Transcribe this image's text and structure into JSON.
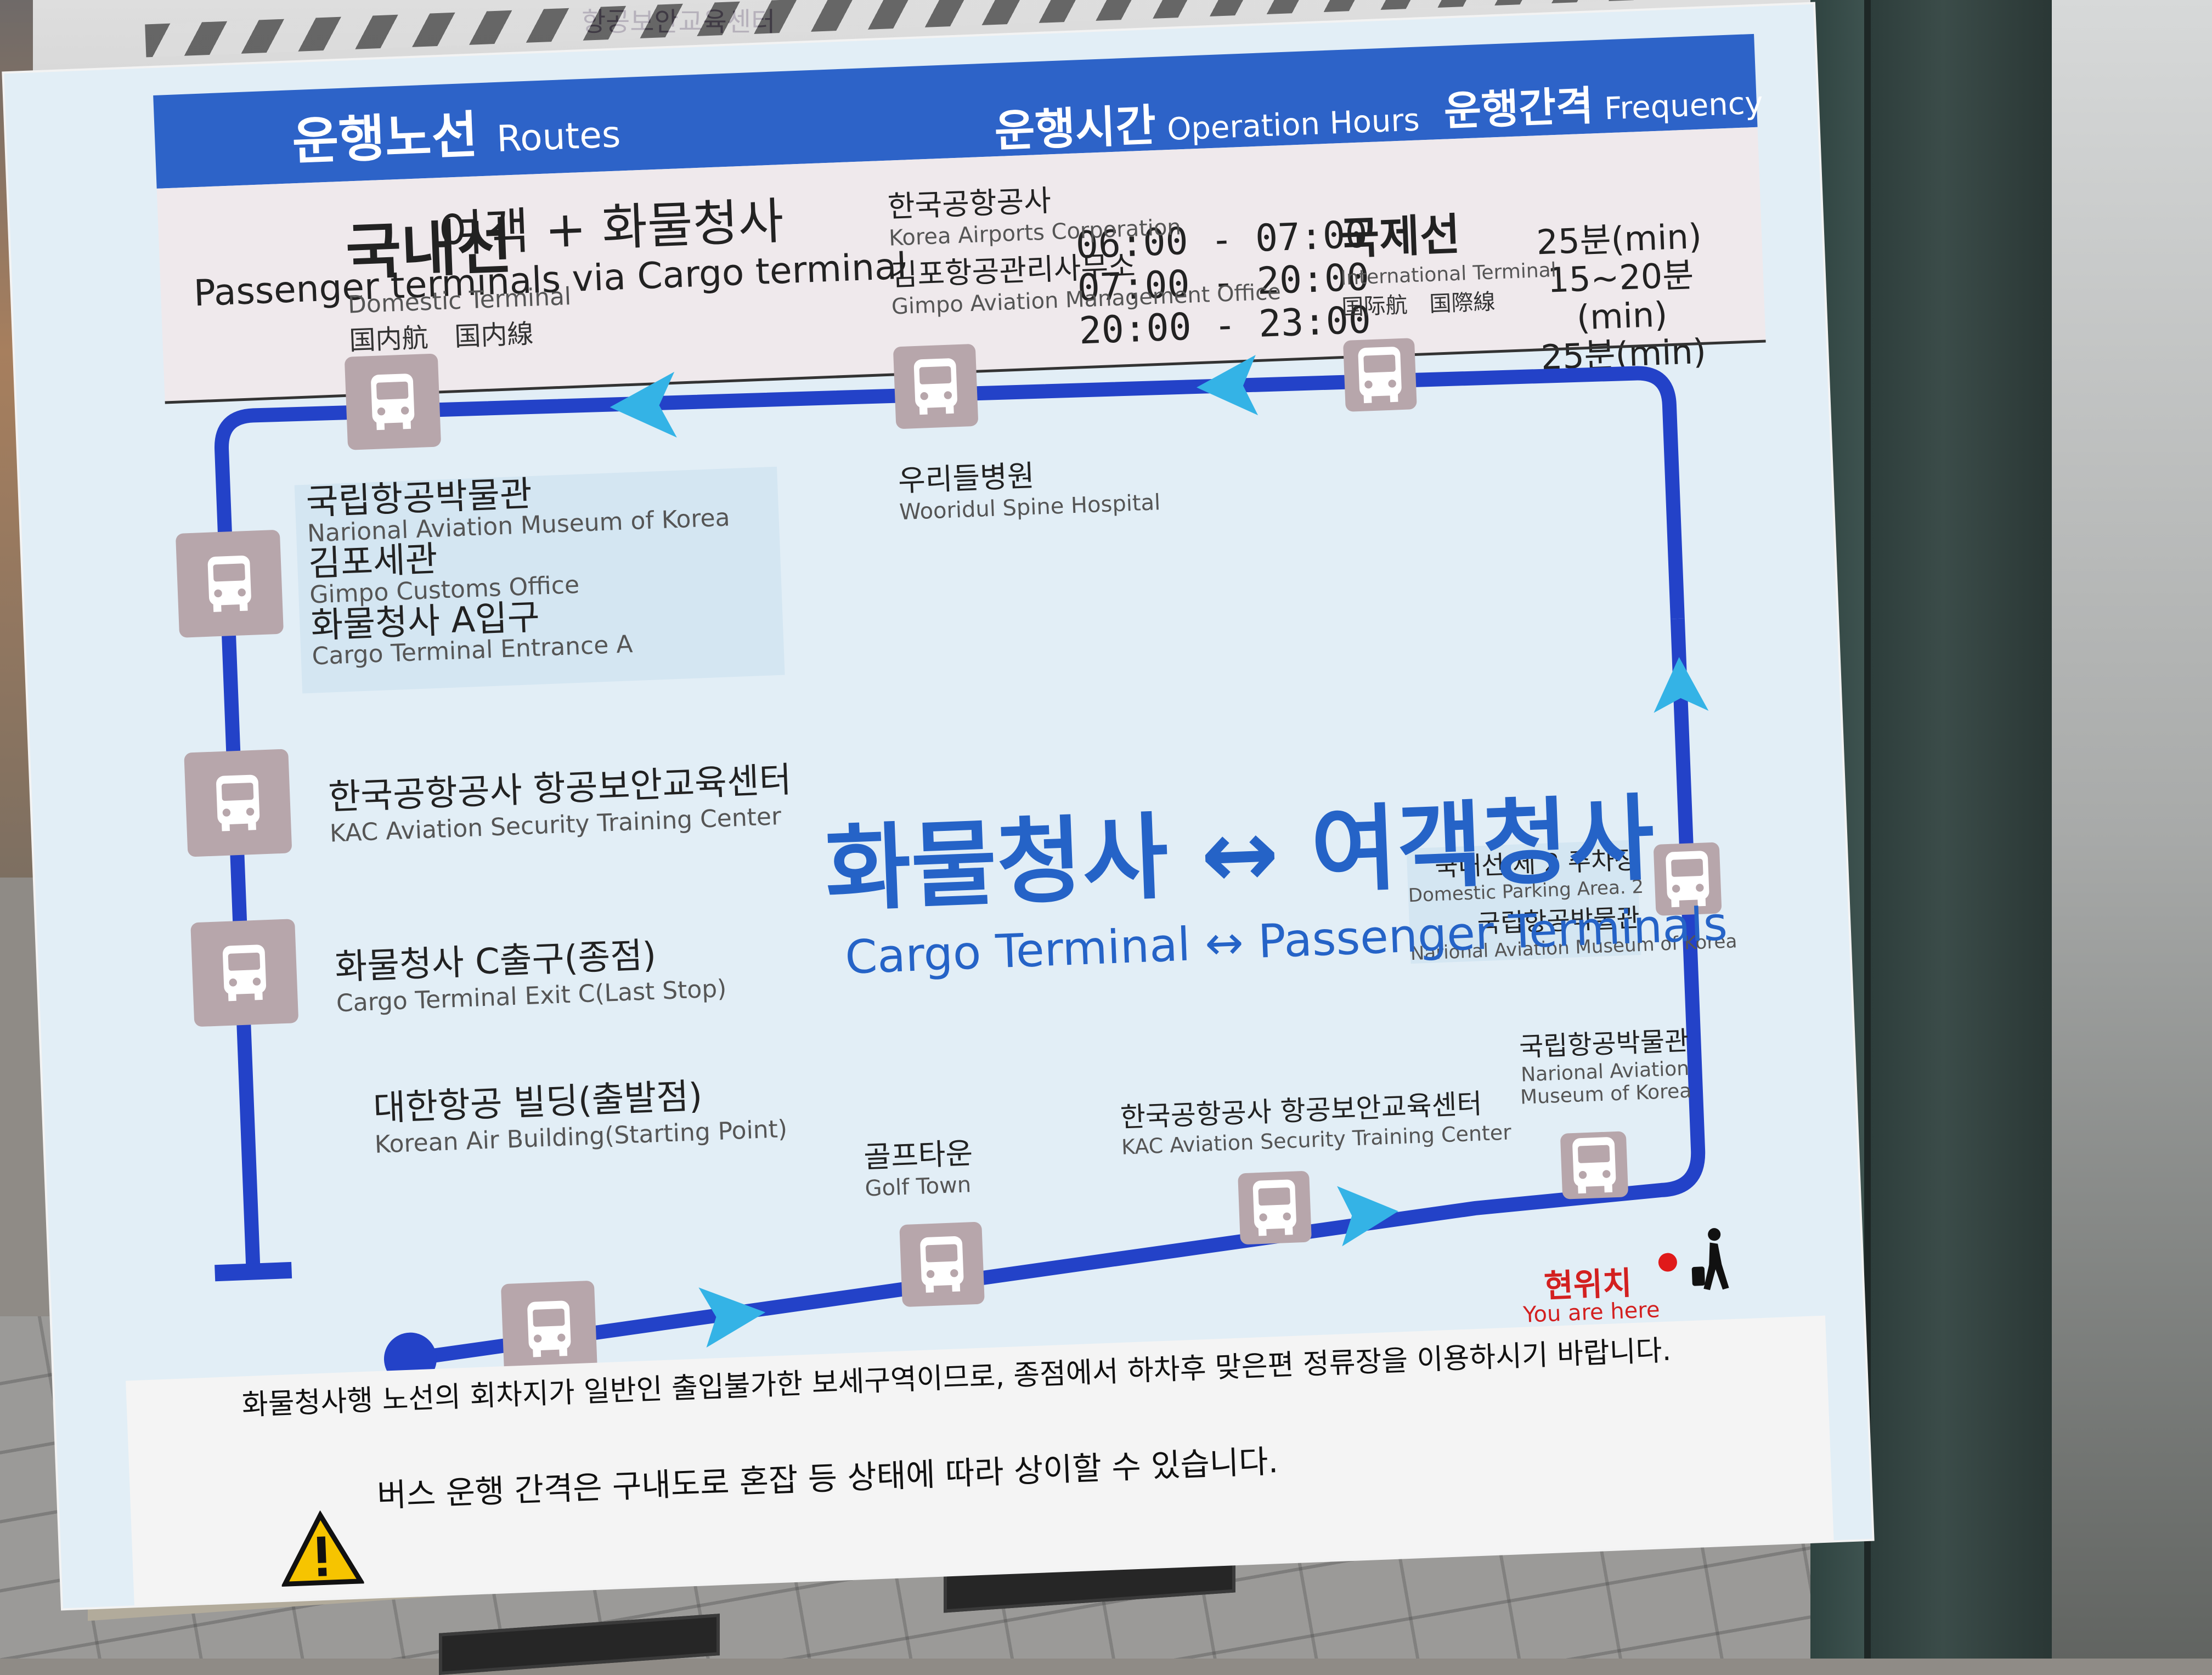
{
  "background": {
    "top_text": "항공보안교육센터"
  },
  "header": {
    "routes_ko": "운행노선",
    "routes_en": "Routes",
    "hours_ko": "운행시간",
    "hours_en": "Operation Hours",
    "freq_ko": "운행간격",
    "freq_en": "Frequency"
  },
  "route": {
    "name_ko": "여객 + 화물청사",
    "name_en": "Passenger terminals via Cargo terminal",
    "hours": [
      "06:00 - 07:00",
      "07:00 - 20:00",
      "20:00 - 23:00"
    ],
    "frequency": [
      "25분(min)",
      "15~20분(min)",
      "25분(min)"
    ]
  },
  "stops": {
    "domestic": {
      "ko": "국내선",
      "en": "Domestic Terminal",
      "zh": "国内航　国内線"
    },
    "kac_office": {
      "ko1": "한국공항공사",
      "en1": "Korea Airports Corporation",
      "ko2": "김포항공관리사무소",
      "en2": "Gimpo Aviation Management Office"
    },
    "international": {
      "ko": "국제선",
      "en": "International Terminal",
      "zh": "国际航　国際線"
    },
    "hospital": {
      "ko": "우리들병원",
      "en": "Wooridul Spine Hospital"
    },
    "museum_west": {
      "ko1": "국립항공박물관",
      "en1": "Narional Aviation Museum of Korea",
      "ko2": "김포세관",
      "en2": "Gimpo Customs Office",
      "ko3": "화물청사 A입구",
      "en3": "Cargo Terminal Entrance A"
    },
    "security_west": {
      "ko": "한국공항공사 항공보안교육센터",
      "en": "KAC Aviation Security Training Center"
    },
    "cargo_c": {
      "ko": "화물청사 C출구(종점)",
      "en": "Cargo Terminal Exit C(Last Stop)"
    },
    "korean_air": {
      "ko": "대한항공 빌딩(출발점)",
      "en": "Korean Air Building(Starting Point)"
    },
    "golf": {
      "ko": "골프타운",
      "en": "Golf Town"
    },
    "security_south": {
      "ko": "한국공항공사 항공보안교육센터",
      "en": "KAC Aviation Security Training Center"
    },
    "museum_south": {
      "ko": "국립항공박물관",
      "en1": "Narional Aviation",
      "en2": "Museum of Korea"
    },
    "parking": {
      "ko1": "국내선 제 2 주차장",
      "en1": "Domestic Parking Area. 2",
      "ko2": "국립항공박물관",
      "en2": "Narional Aviation Museum of Korea"
    }
  },
  "center": {
    "ko": "화물청사 ↔ 여객청사",
    "en": "Cargo Terminal ↔ Passenger Terminals"
  },
  "here": {
    "ko": "현위치",
    "en": "You are here"
  },
  "notes": {
    "top": "화물청사행 노선의 회차지가 일반인 출입불가한 보세구역이므로, 종점에서 하차후 맞은편 정류장을 이용하시기 바랍니다.",
    "bottom1": "버스 운행 간격은 구내도로 혼잡 등 상태에 따라 상이할 수 있습니다."
  },
  "colors": {
    "route_blue": "#2342c8",
    "header_blue": "#2d63c8",
    "arrow": "#34b3e6",
    "here_red": "#e01a1a"
  },
  "icons": [
    "bus-icon",
    "arrow-icon",
    "warning-icon",
    "walking-traveler-icon"
  ]
}
